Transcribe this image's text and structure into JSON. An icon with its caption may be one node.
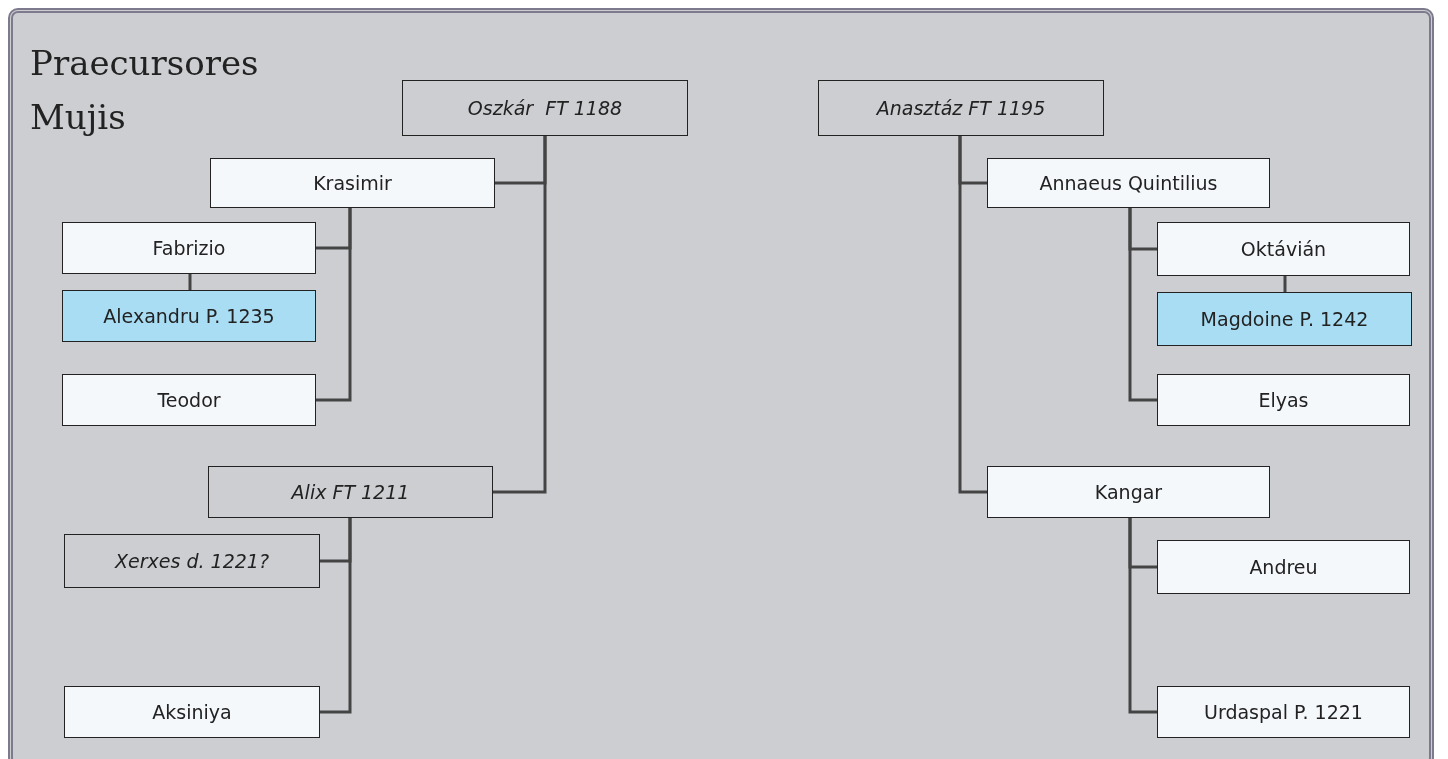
{
  "diagram": {
    "title": "Praecursores Mujis",
    "nodes": [
      {
        "text": [
          "Oszkár  FT 1188"
        ]
      },
      {
        "text": [
          "Krasimir"
        ]
      },
      {
        "text": [
          "Fabrizio"
        ]
      },
      {
        "text": [
          "Alexandru P. 1235"
        ]
      },
      {
        "text": [
          "Teodor"
        ]
      },
      {
        "text": [
          "Alix FT 1211"
        ]
      },
      {
        "text": [
          "Xerxes d. 1221?"
        ]
      },
      {
        "text": [
          "Aksiniya"
        ]
      },
      {
        "text": [
          "Anasztáz FT 1195"
        ]
      },
      {
        "text": [
          "Annaeus Quintilius"
        ]
      },
      {
        "text": [
          "Oktávián"
        ]
      },
      {
        "text": [
          "Magdoine P. 1242"
        ]
      },
      {
        "text": [
          "Elyas"
        ]
      },
      {
        "text": [
          "Kangar"
        ]
      },
      {
        "text": [
          "Andreu"
        ]
      },
      {
        "text": [
          "Urdaspal P. 1221"
        ]
      }
    ],
    "edges": [
      {
        "from": 0,
        "to": 1,
        "arrow": "none"
      },
      {
        "from": 0,
        "to": 5,
        "arrow": "none"
      },
      {
        "from": 1,
        "to": 2,
        "arrow": "none"
      },
      {
        "from": 1,
        "to": 4,
        "arrow": "none"
      },
      {
        "from": 2,
        "to": 3,
        "arrow": "none"
      },
      {
        "from": 5,
        "to": 6,
        "arrow": "none"
      },
      {
        "from": 5,
        "to": 7,
        "arrow": "none"
      },
      {
        "from": 8,
        "to": 9,
        "arrow": "none"
      },
      {
        "from": 8,
        "to": 13,
        "arrow": "none"
      },
      {
        "from": 9,
        "to": 10,
        "arrow": "none"
      },
      {
        "from": 9,
        "to": 12,
        "arrow": "none"
      },
      {
        "from": 10,
        "to": 11,
        "arrow": "none"
      },
      {
        "from": 13,
        "to": 14,
        "arrow": "none"
      },
      {
        "from": 13,
        "to": 15,
        "arrow": "none"
      }
    ]
  }
}
